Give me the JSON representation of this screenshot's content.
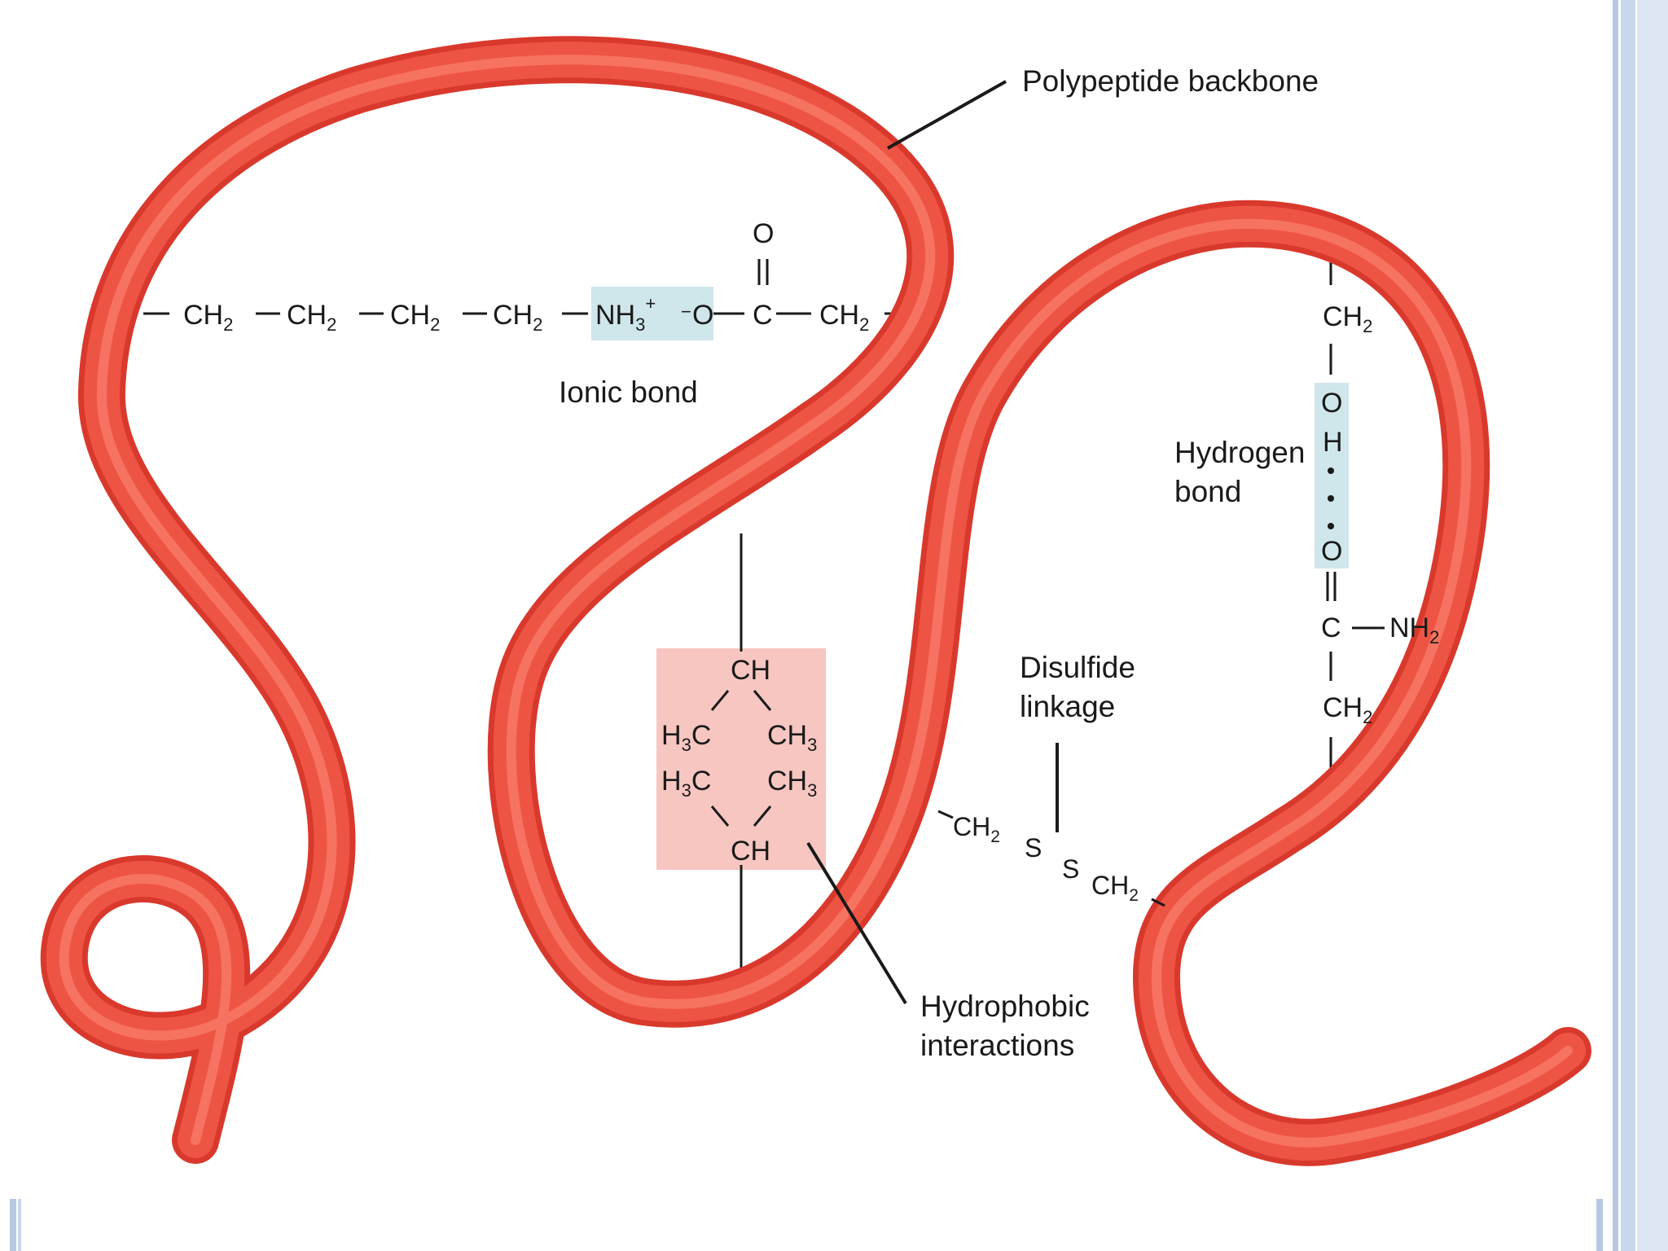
{
  "colors": {
    "backbone": "#e8483a",
    "backbone_highlight": "#ff8c7a",
    "ionic_highlight": "#cfe6ea",
    "hydrogen_highlight": "#cfe6ea",
    "hydrophobic_highlight": "#f7c6c1",
    "frame_accent": "#b7c9e2"
  },
  "labels": {
    "polypeptide_backbone": "Polypeptide backbone",
    "ionic_bond": "Ionic bond",
    "hydrogen_bond_line1": "Hydrogen",
    "hydrogen_bond_line2": "bond",
    "disulfide_line1": "Disulfide",
    "disulfide_line2": "linkage",
    "hydrophobic_line1": "Hydrophobic",
    "hydrophobic_line2": "interactions"
  },
  "ionic_chain": {
    "ch2_1": "CH",
    "ch2_2": "CH",
    "ch2_3": "CH",
    "ch2_4": "CH",
    "sub2": "2",
    "nh3": "NH",
    "nh3_sub": "3",
    "nh3_sup": "+",
    "o_minus": "O",
    "o_minus_sup": "−",
    "c": "C",
    "o_top": "O",
    "ch2_5": "CH"
  },
  "hydrogen_chain": {
    "ch2_top": "CH",
    "o": "O",
    "h": "H",
    "o2": "O",
    "c": "C",
    "nh2": "NH",
    "nh2_sub": "2",
    "ch2_bottom": "CH",
    "sub2": "2"
  },
  "hydrophobic_group": {
    "ch_top": "CH",
    "h3c_1": "H",
    "h3c_1_sub": "3",
    "h3c_1_c": "C",
    "ch3_1": "CH",
    "ch3_1_sub": "3",
    "h3c_2": "H",
    "h3c_2_sub": "3",
    "h3c_2_c": "C",
    "ch3_2": "CH",
    "ch3_2_sub": "3",
    "ch_bottom": "CH"
  },
  "disulfide_group": {
    "ch2_a": "CH",
    "s1": "S",
    "s2": "S",
    "ch2_b": "CH",
    "sub2": "2"
  }
}
